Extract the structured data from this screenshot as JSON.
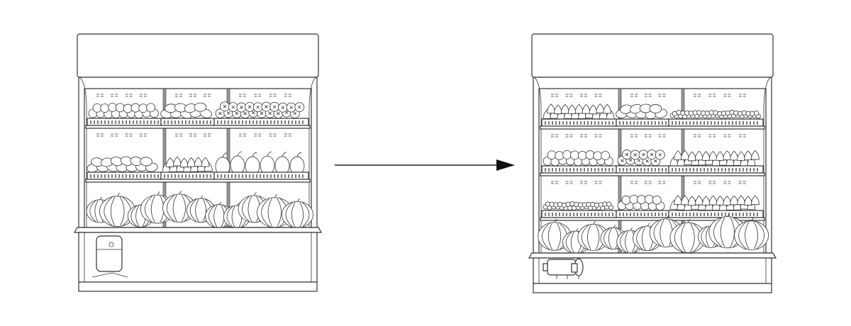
{
  "colors": {
    "line": "#333333",
    "background": "#ffffff"
  },
  "arrow": {
    "direction": "right",
    "icon": "arrow-right-icon"
  },
  "before": {
    "shelves": [
      [
        "round-produce",
        "potatoes",
        "tomatoes"
      ],
      [
        "potatoes",
        "onions",
        "peppers"
      ],
      [
        "pumpkins"
      ]
    ],
    "compressor": "vertical-compressor"
  },
  "after": {
    "shelves": [
      [
        "onions",
        "potatoes",
        "grapes"
      ],
      [
        "round-produce",
        "tomatoes",
        "onions"
      ],
      [
        "grapes",
        "round-produce",
        "onions"
      ],
      [
        "pumpkins"
      ]
    ],
    "compressor": "horizontal-compressor"
  }
}
